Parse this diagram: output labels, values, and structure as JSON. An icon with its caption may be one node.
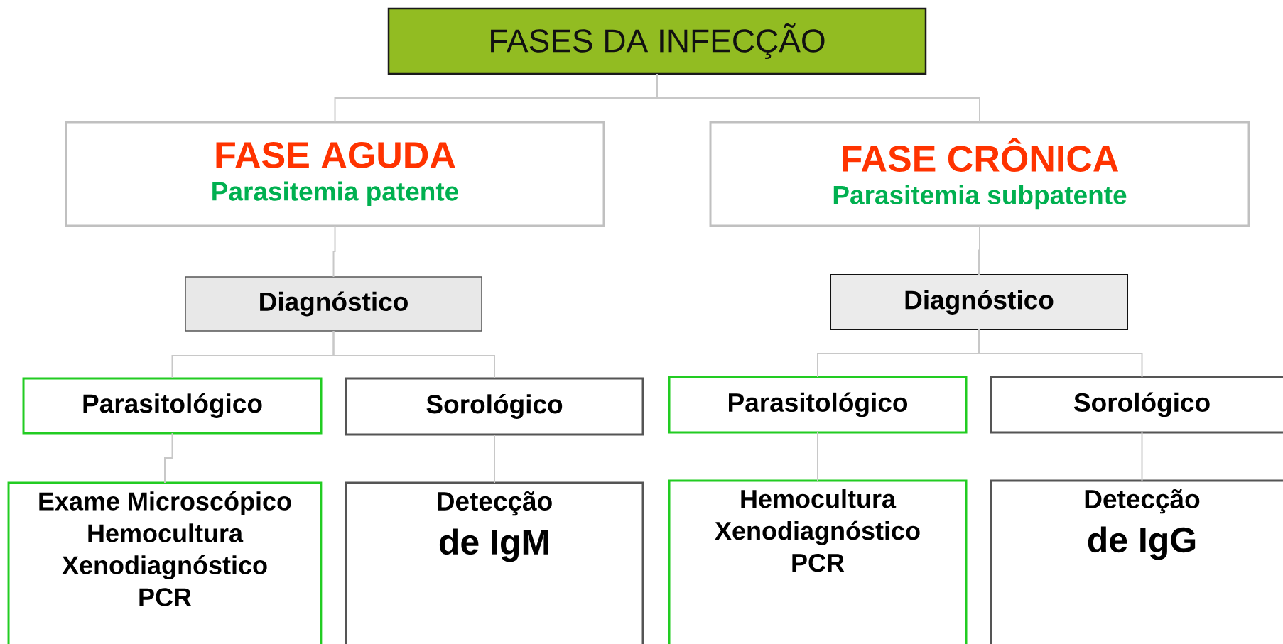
{
  "diagram": {
    "nodes": [
      {
        "text": [
          "FASES DA INFECÇÃO"
        ]
      },
      {
        "text": [
          "FASE AGUDA",
          "Parasitemia patente"
        ]
      },
      {
        "text": [
          "FASE CRÔNICA",
          "Parasitemia subpatente"
        ]
      },
      {
        "text": [
          "Diagnóstico"
        ]
      },
      {
        "text": [
          "Diagnóstico"
        ]
      },
      {
        "text": [
          "Parasitológico"
        ]
      },
      {
        "text": [
          "Sorológico"
        ]
      },
      {
        "text": [
          "Parasitológico"
        ]
      },
      {
        "text": [
          "Sorológico"
        ]
      },
      {
        "text": [
          "Exame Microscópico",
          "Hemocultura",
          "Xenodiagnóstico",
          "PCR"
        ]
      },
      {
        "text": [
          "Detecção",
          "de IgM"
        ]
      },
      {
        "text": [
          "Hemocultura",
          "Xenodiagnóstico",
          "PCR"
        ]
      },
      {
        "text": [
          "Detecção",
          "de IgG"
        ]
      }
    ],
    "edges": [
      {
        "from": 0,
        "to": 1,
        "arrow": "none"
      },
      {
        "from": 0,
        "to": 2,
        "arrow": "none"
      },
      {
        "from": 1,
        "to": 3,
        "arrow": "none"
      },
      {
        "from": 2,
        "to": 4,
        "arrow": "none"
      },
      {
        "from": 3,
        "to": 5,
        "arrow": "none"
      },
      {
        "from": 3,
        "to": 6,
        "arrow": "none"
      },
      {
        "from": 4,
        "to": 7,
        "arrow": "none"
      },
      {
        "from": 4,
        "to": 8,
        "arrow": "none"
      },
      {
        "from": 5,
        "to": 9,
        "arrow": "none"
      },
      {
        "from": 6,
        "to": 10,
        "arrow": "none"
      },
      {
        "from": 7,
        "to": 11,
        "arrow": "none"
      },
      {
        "from": 8,
        "to": 12,
        "arrow": "none"
      }
    ]
  }
}
